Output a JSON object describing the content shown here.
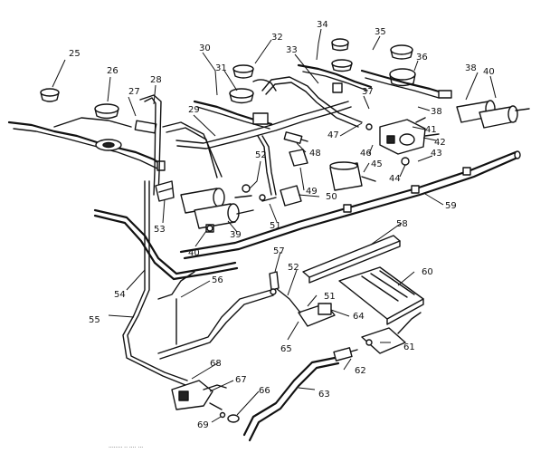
{
  "labels": {
    "l25": "25",
    "l26": "26",
    "l27": "27",
    "l28": "28",
    "l29": "29",
    "l30": "30",
    "l31": "31",
    "l32": "32",
    "l33": "33",
    "l34": "34",
    "l35": "35",
    "l36": "36",
    "l37": "37",
    "l38a": "38",
    "l38b": "38",
    "l39": "39",
    "l40a": "40",
    "l40b": "40",
    "l41": "41",
    "l42": "42",
    "l43": "43",
    "l44": "44",
    "l45": "45",
    "l46": "46",
    "l47": "47",
    "l48": "48",
    "l49": "49",
    "l50": "50",
    "l51a": "51",
    "l51b": "51",
    "l52a": "52",
    "l52b": "52",
    "l53": "53",
    "l54": "54",
    "l55": "55",
    "l56": "56",
    "l57": "57",
    "l58": "58",
    "l59": "59",
    "l60": "60",
    "l61": "61",
    "l62": "62",
    "l63": "63",
    "l64": "64",
    "l65": "65",
    "l66": "66",
    "l67": "67",
    "l68": "68",
    "l69": "69"
  },
  "footer_text": "........ .. .... ..."
}
